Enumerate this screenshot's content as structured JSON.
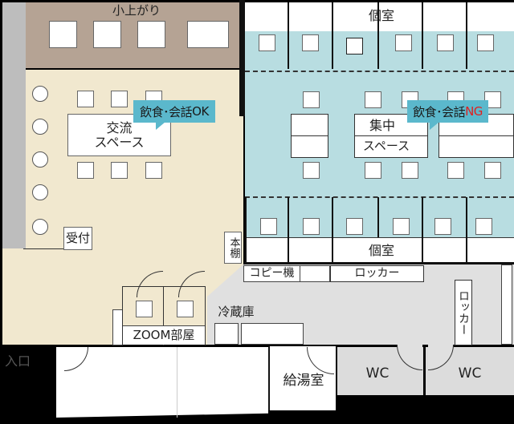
{
  "title": "Floor plan",
  "areas": {
    "koagari": "小上がり",
    "koryu_line1": "交流",
    "koryu_line2": "スペース",
    "shuchu_line1": "集中",
    "shuchu_line2": "スペース",
    "koshitsu_top": "個室",
    "koshitsu_bottom": "個室",
    "uketsuke": "受付",
    "hondana": "本棚",
    "copy": "コピー機",
    "locker_h": "ロッカー",
    "locker_v": "ロッカー",
    "reizoko": "冷蔵庫",
    "zoom": "ZOOM部屋",
    "kyuto": "給湯室",
    "wc1": "WC",
    "wc2": "WC",
    "entrance": "入口"
  },
  "bubbles": {
    "ok_prefix": "飲食･会話",
    "ok_suffix": "OK",
    "ng_prefix": "飲食･会話",
    "ng_suffix": "NG"
  },
  "colors": {
    "ng": "#e02020",
    "bubble": "#5bb8cc",
    "focus": "#b8dde1",
    "lounge": "#f1e8cf",
    "tatami": "#b5a394"
  }
}
